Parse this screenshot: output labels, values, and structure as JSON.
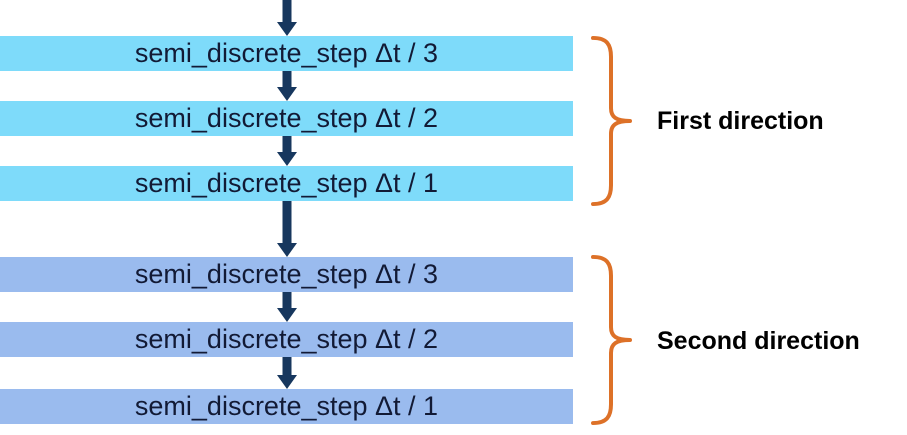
{
  "bars": [
    {
      "label": "semi_discrete_step Δt / 3",
      "group": "first"
    },
    {
      "label": "semi_discrete_step Δt / 2",
      "group": "first"
    },
    {
      "label": "semi_discrete_step Δt / 1",
      "group": "first"
    },
    {
      "label": "semi_discrete_step Δt / 3",
      "group": "second"
    },
    {
      "label": "semi_discrete_step Δt / 2",
      "group": "second"
    },
    {
      "label": "semi_discrete_step Δt / 1",
      "group": "second"
    }
  ],
  "groups": [
    {
      "label": "First direction"
    },
    {
      "label": "Second direction"
    }
  ],
  "colors": {
    "first_group_bar": "#7EDBFA",
    "second_group_bar": "#9ABBEE",
    "arrow": "#17375E",
    "brace": "#DD7128",
    "bar_text": "#121A35",
    "group_label_text": "#000000",
    "background": "#FFFFFF"
  }
}
